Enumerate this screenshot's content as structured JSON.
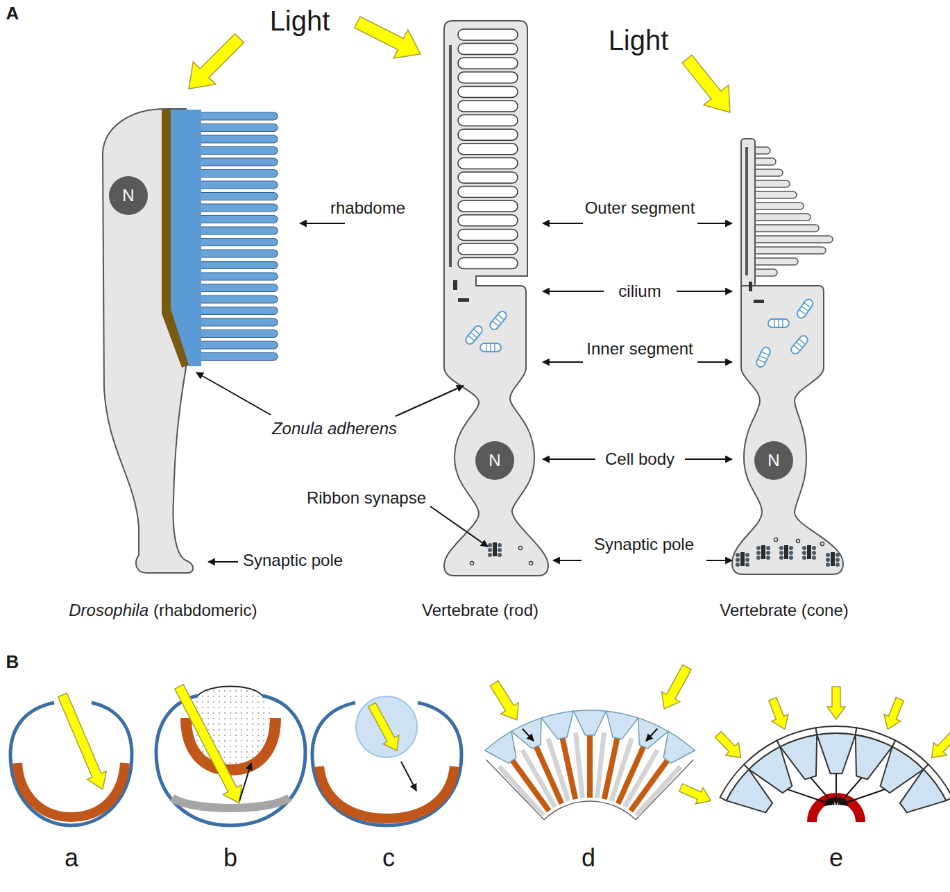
{
  "diagram": {
    "nodes": [
      {
        "text": [
          "N"
        ]
      },
      {
        "text": [
          "N"
        ]
      },
      {
        "text": [
          "N"
        ]
      }
    ],
    "labels": [
      "A",
      "Light",
      "Light",
      "rhabdome",
      "Outer segment",
      "cilium",
      "Inner segment",
      "Zonula adherens",
      "Cell body",
      "Ribbon synapse",
      "Synaptic pole",
      "Synaptic pole",
      "Drosophila",
      "(rhabdomeric)",
      "Vertebrate (rod)",
      "Vertebrate (cone)",
      "B",
      "a",
      "b",
      "c",
      "d",
      "e"
    ]
  }
}
